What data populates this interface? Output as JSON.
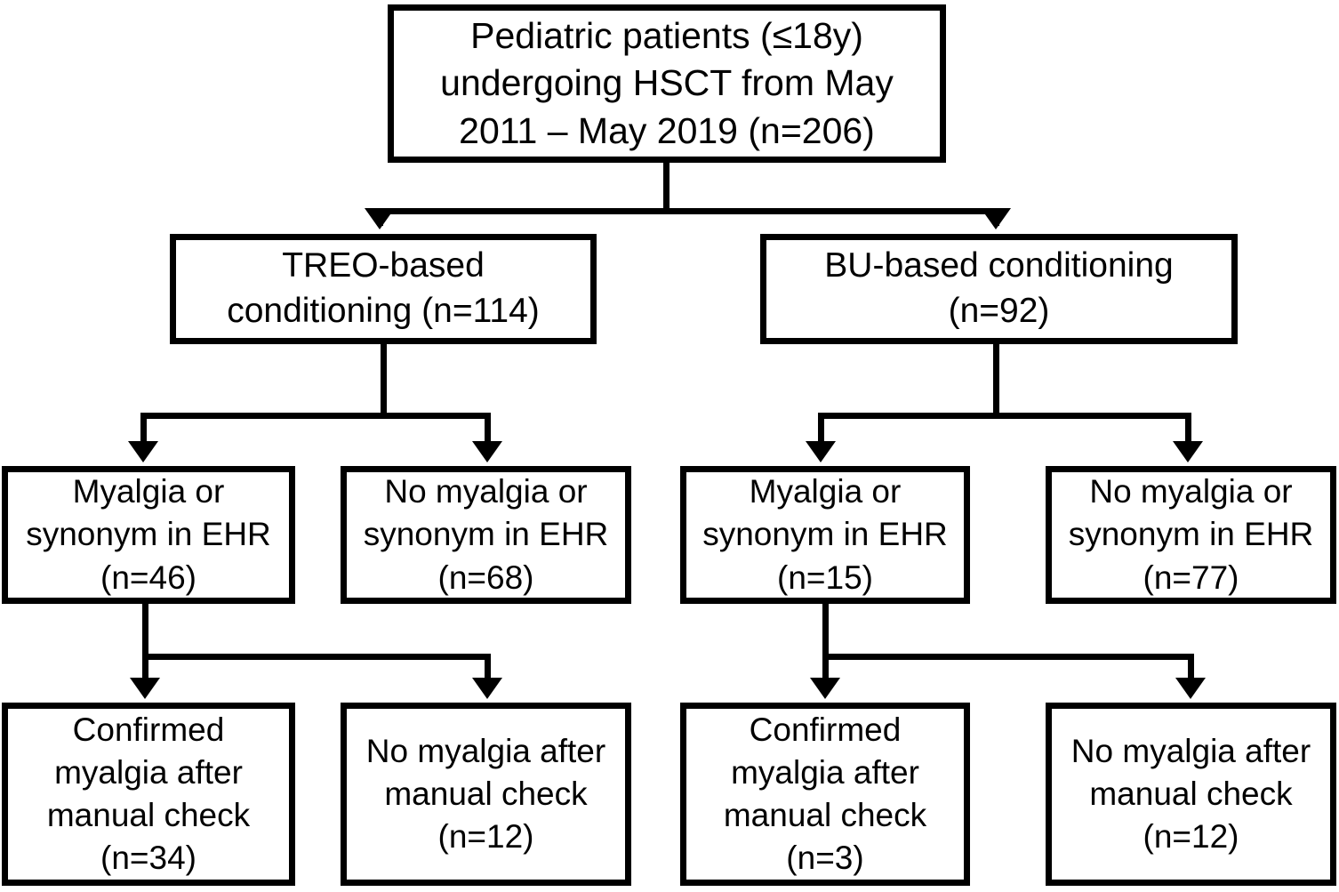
{
  "diagram": {
    "type": "flowchart",
    "title": "Pediatric HSCT myalgia study flow diagram",
    "stroke_color": "#000000",
    "background_color": "#ffffff",
    "levels": 4,
    "nodes": {
      "root": {
        "id": "root",
        "label": "Pediatric patients (≤18y)\nundergoing HSCT from May\n2011 – May 2019 (n=206)",
        "n": 206
      },
      "treo": {
        "id": "treo",
        "label": "TREO-based\nconditioning (n=114)",
        "n": 114
      },
      "bu": {
        "id": "bu",
        "label": "BU-based conditioning\n(n=92)",
        "n": 92
      },
      "treo_myalgia": {
        "id": "treo_myalgia",
        "label": "Myalgia or\nsynonym in EHR\n(n=46)",
        "n": 46
      },
      "treo_no_myalgia": {
        "id": "treo_no_myalgia",
        "label": "No myalgia or\nsynonym in EHR\n(n=68)",
        "n": 68
      },
      "bu_myalgia": {
        "id": "bu_myalgia",
        "label": "Myalgia or\nsynonym in EHR\n(n=15)",
        "n": 15
      },
      "bu_no_myalgia": {
        "id": "bu_no_myalgia",
        "label": "No myalgia or\nsynonym in EHR\n(n=77)",
        "n": 77
      },
      "treo_confirmed": {
        "id": "treo_confirmed",
        "label": "Confirmed\nmyalgia after\nmanual check\n(n=34)",
        "n": 34
      },
      "treo_rejected": {
        "id": "treo_rejected",
        "label": "No myalgia after\nmanual check\n(n=12)",
        "n": 12
      },
      "bu_confirmed": {
        "id": "bu_confirmed",
        "label": "Confirmed\nmyalgia after\nmanual check\n(n=3)",
        "n": 3
      },
      "bu_rejected": {
        "id": "bu_rejected",
        "label": "No myalgia after\nmanual check\n(n=12)",
        "n": 12
      }
    },
    "edges": [
      {
        "from": "root",
        "to": "treo"
      },
      {
        "from": "root",
        "to": "bu"
      },
      {
        "from": "treo",
        "to": "treo_myalgia"
      },
      {
        "from": "treo",
        "to": "treo_no_myalgia"
      },
      {
        "from": "bu",
        "to": "bu_myalgia"
      },
      {
        "from": "bu",
        "to": "bu_no_myalgia"
      },
      {
        "from": "treo_myalgia",
        "to": "treo_confirmed"
      },
      {
        "from": "treo_myalgia",
        "to": "treo_rejected"
      },
      {
        "from": "bu_myalgia",
        "to": "bu_confirmed"
      },
      {
        "from": "bu_myalgia",
        "to": "bu_rejected"
      }
    ]
  }
}
